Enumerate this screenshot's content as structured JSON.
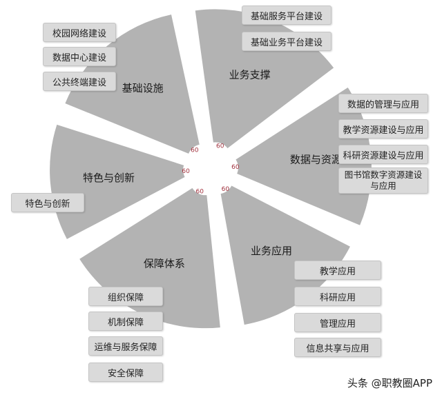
{
  "diagram": {
    "center_labels": [
      "60",
      "60",
      "60",
      "60",
      "60",
      "60"
    ],
    "sectors": [
      {
        "id": "support",
        "label": "业务支撑",
        "items": [
          "基础服务平台建设",
          "基础业务平台建设"
        ]
      },
      {
        "id": "data",
        "label": "数据与资源",
        "items": [
          "数据的管理与应用",
          "教学资源建设与应用",
          "科研资源建设与应用",
          "图书馆数字资源建设与应用"
        ]
      },
      {
        "id": "app",
        "label": "业务应用",
        "items": [
          "教学应用",
          "科研应用",
          "管理应用",
          "信息共享与应用"
        ]
      },
      {
        "id": "guarantee",
        "label": "保障体系",
        "items": [
          "组织保障",
          "机制保障",
          "运维与服务保障",
          "安全保障"
        ]
      },
      {
        "id": "innovation",
        "label": "特色与创新",
        "items": [
          "特色与创新"
        ]
      },
      {
        "id": "infra",
        "label": "基础设施",
        "items": [
          "校园网络建设",
          "数据中心建设",
          "公共终端建设"
        ]
      }
    ],
    "colors": {
      "sector": "#b3b3b3",
      "box": "#dadada",
      "center_text": "#a0303c"
    }
  },
  "watermark": "头条 @职教圈APP"
}
